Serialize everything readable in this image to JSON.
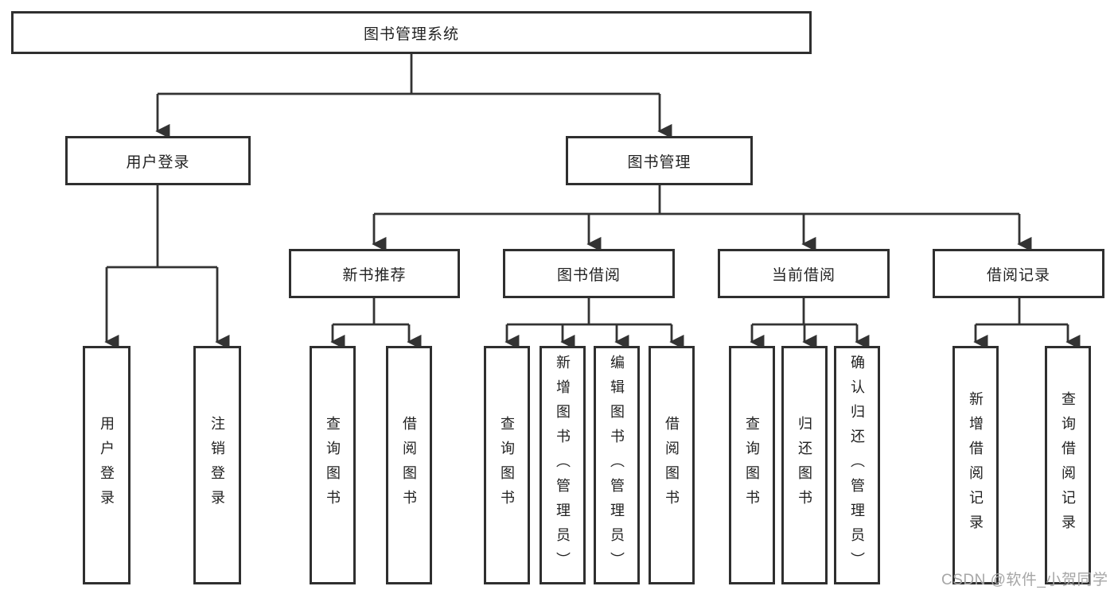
{
  "tree": {
    "root": {
      "label": "图书管理系统"
    },
    "branches": [
      {
        "label": "用户登录",
        "children": [
          {
            "label": "用户登录"
          },
          {
            "label": "注销登录"
          }
        ]
      },
      {
        "label": "图书管理",
        "children": [
          {
            "label": "新书推荐",
            "children": [
              {
                "label": "查询图书"
              },
              {
                "label": "借阅图书"
              }
            ]
          },
          {
            "label": "图书借阅",
            "children": [
              {
                "label": "查询图书"
              },
              {
                "label": "新增图书（管理员）"
              },
              {
                "label": "编辑图书（管理员）"
              },
              {
                "label": "借阅图书"
              }
            ]
          },
          {
            "label": "当前借阅",
            "children": [
              {
                "label": "查询图书"
              },
              {
                "label": "归还图书"
              },
              {
                "label": "确认归还（管理员）"
              }
            ]
          },
          {
            "label": "借阅记录",
            "children": [
              {
                "label": "新增借阅记录"
              },
              {
                "label": "查询借阅记录"
              }
            ]
          }
        ]
      }
    ]
  },
  "watermark": {
    "text": "CSDN @软件_小贺同学"
  },
  "colors": {
    "line": "#333333",
    "box_border": "#2f2f2f",
    "box_fill": "#ffffff",
    "text": "#222222",
    "watermark": "#a6a6a6"
  }
}
